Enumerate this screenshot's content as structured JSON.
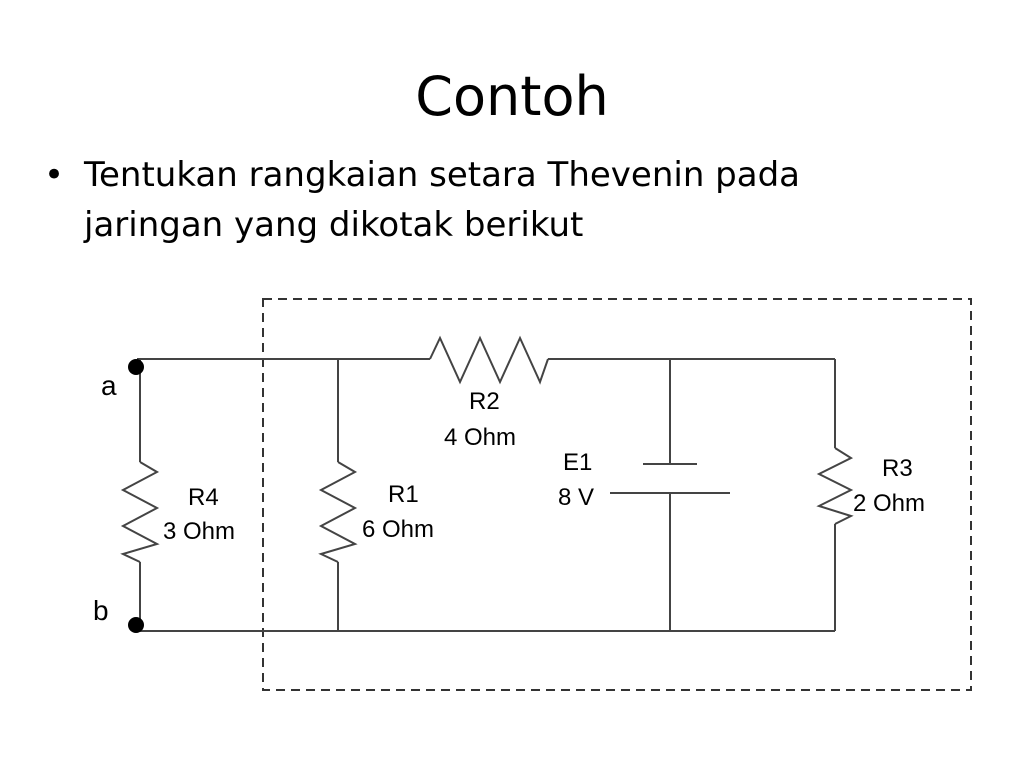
{
  "slide": {
    "title": "Contoh",
    "bullets": [
      {
        "line1": "Tentukan rangkaian setara Thevenin pada",
        "line2": "jaringan yang dikotak berikut"
      }
    ]
  },
  "circuit": {
    "terminals": {
      "a": "a",
      "b": "b"
    },
    "components": {
      "R4": {
        "name": "R4",
        "value": "3 Ohm"
      },
      "R1": {
        "name": "R1",
        "value": "6 Ohm"
      },
      "R2": {
        "name": "R2",
        "value": "4 Ohm"
      },
      "E1": {
        "name": "E1",
        "value": "8 V"
      },
      "R3": {
        "name": "R3",
        "value": "2 Ohm"
      }
    }
  }
}
